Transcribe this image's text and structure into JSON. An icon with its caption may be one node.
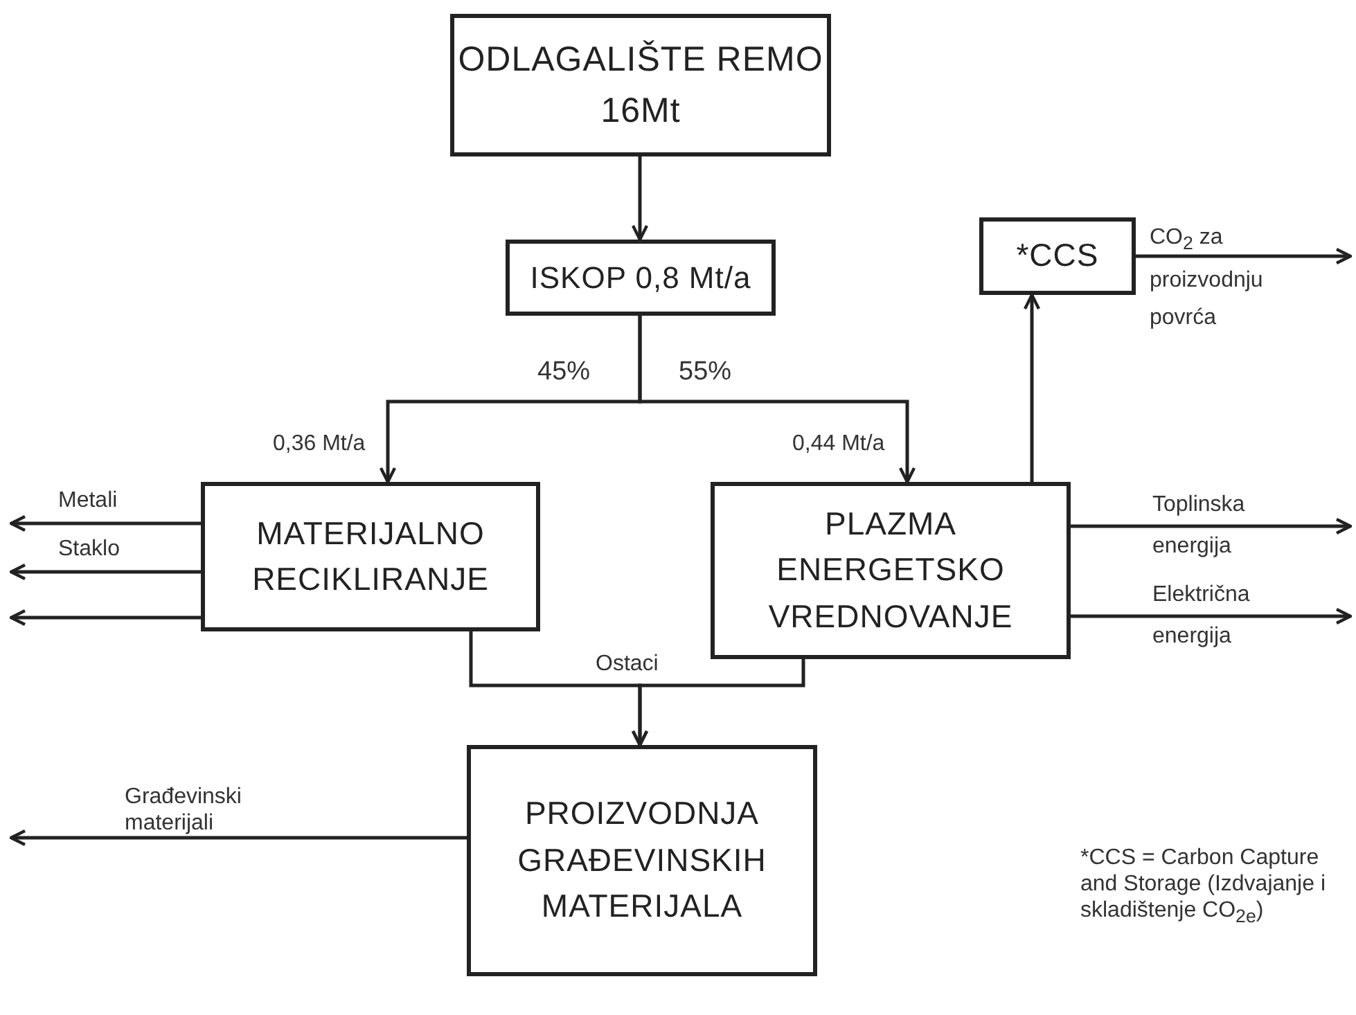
{
  "diagram": {
    "nodes": [
      {
        "text": [
          "ODLAGALIŠTE REMO 16Mt"
        ]
      },
      {
        "text": [
          "ISKOP 0,8 Mt/a"
        ]
      },
      {
        "text": [
          "MATERIJALNO RECIKLIRANJE"
        ]
      },
      {
        "text": [
          "PLAZMA ENERGETSKO VREDNOVANJE"
        ]
      },
      {
        "text": [
          "*CCS"
        ]
      },
      {
        "text": [
          "PROIZVODNJA GRAĐEVINSKIH MATERIJALA"
        ]
      }
    ],
    "edges": [
      {
        "from": 0,
        "to": 1,
        "arrow": "to"
      },
      {
        "from": 1,
        "to": 2,
        "arrow": "to",
        "label": "45%"
      },
      {
        "from": 1,
        "to": 3,
        "arrow": "to",
        "label": "55%"
      },
      {
        "from": 3,
        "to": 4,
        "arrow": "to"
      },
      {
        "from": 4,
        "to": null,
        "arrow": "to",
        "label": "CO$_{2}$ za proizvodnju povrća"
      },
      {
        "from": 2,
        "to": null,
        "arrow": "to",
        "label": "Metali"
      },
      {
        "from": 2,
        "to": null,
        "arrow": "to",
        "label": "Staklo"
      },
      {
        "from": 2,
        "to": null,
        "arrow": "to"
      },
      {
        "from": 3,
        "to": null,
        "arrow": "to",
        "label": "Toplinska energija"
      },
      {
        "from": 3,
        "to": null,
        "arrow": "to",
        "label": "Električna energija"
      },
      {
        "from": 2,
        "to": 5,
        "arrow": "to",
        "label": "Ostaci"
      },
      {
        "from": 3,
        "to": 5,
        "arrow": "to"
      },
      {
        "from": 5,
        "to": null,
        "arrow": "to",
        "label": "Građevinski materijali"
      }
    ],
    "labels": [
      "0,36 Mt/a",
      "0,44 Mt/a",
      "*CCS = Carbon Capture and Storage (Izdvajanje i skladištenje CO$_{2e}$)"
    ]
  }
}
